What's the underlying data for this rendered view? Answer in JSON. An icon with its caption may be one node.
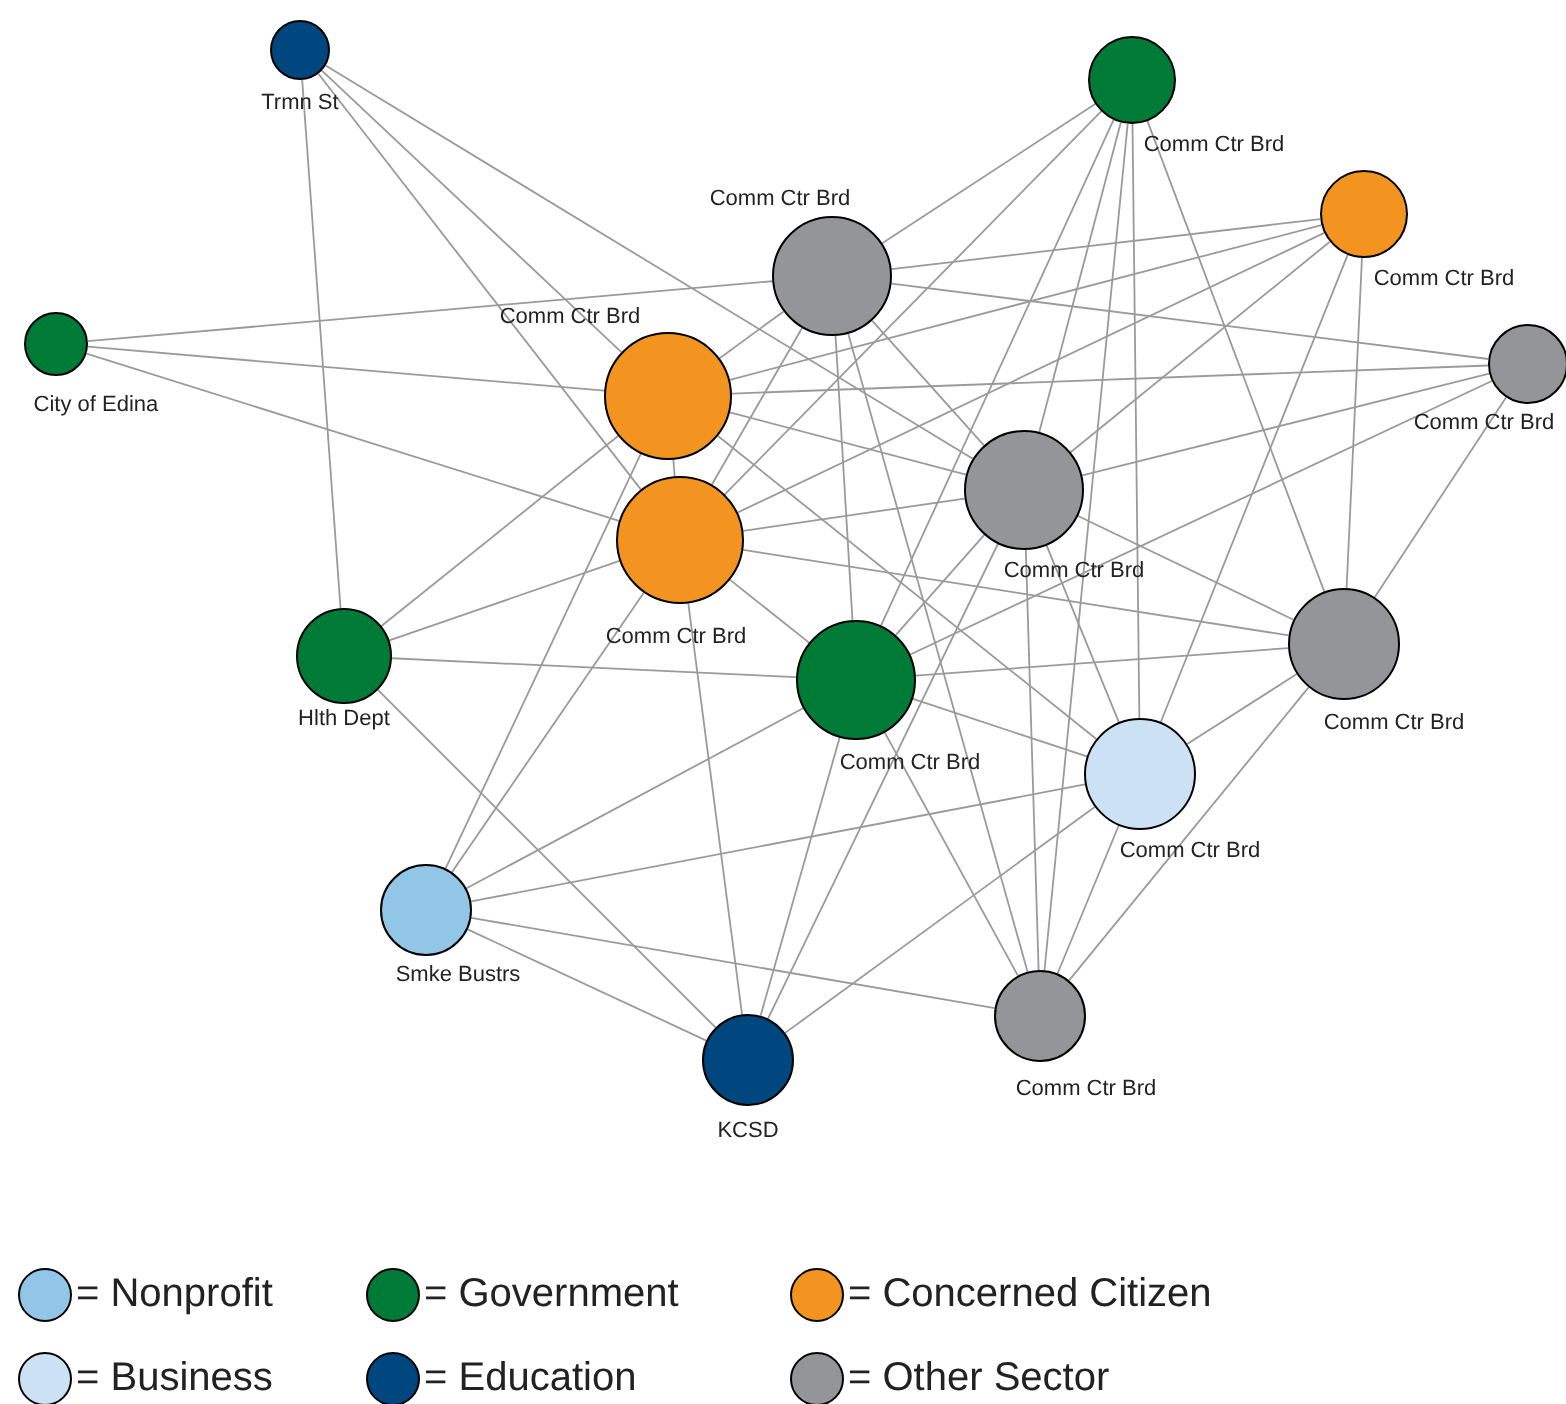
{
  "diagram": {
    "nodes": [
      {
        "text": [
          "Trmn St"
        ]
      },
      {
        "text": [
          "Comm Ctr Brd"
        ]
      },
      {
        "text": [
          "Comm Ctr Brd"
        ]
      },
      {
        "text": [
          "Comm Ctr Brd"
        ]
      },
      {
        "text": [
          "City of Edina"
        ]
      },
      {
        "text": [
          "Comm Ctr Brd"
        ]
      },
      {
        "text": [
          "Comm Ctr Brd"
        ]
      },
      {
        "text": [
          "Comm Ctr Brd"
        ]
      },
      {
        "text": [
          "Comm Ctr Brd"
        ]
      },
      {
        "text": [
          "Hlth Dept"
        ]
      },
      {
        "text": [
          "Comm Ctr Brd"
        ]
      },
      {
        "text": [
          "Comm Ctr Brd"
        ]
      },
      {
        "text": [
          "Comm Ctr Brd"
        ]
      },
      {
        "text": [
          "Smke Bustrs"
        ]
      },
      {
        "text": [
          "Comm Ctr Brd"
        ]
      },
      {
        "text": [
          "KCSD"
        ]
      }
    ],
    "edges": [
      {
        "from": 0,
        "to": 9,
        "arrow": "none"
      },
      {
        "from": 0,
        "to": 5,
        "arrow": "none"
      },
      {
        "from": 0,
        "to": 8,
        "arrow": "none"
      },
      {
        "from": 0,
        "to": 7,
        "arrow": "none"
      },
      {
        "from": 4,
        "to": 3,
        "arrow": "none"
      },
      {
        "from": 4,
        "to": 5,
        "arrow": "none"
      },
      {
        "from": 4,
        "to": 8,
        "arrow": "none"
      },
      {
        "from": 9,
        "to": 5,
        "arrow": "none"
      },
      {
        "from": 9,
        "to": 8,
        "arrow": "none"
      },
      {
        "from": 9,
        "to": 10,
        "arrow": "none"
      },
      {
        "from": 9,
        "to": 15,
        "arrow": "none"
      },
      {
        "from": 13,
        "to": 5,
        "arrow": "none"
      },
      {
        "from": 13,
        "to": 8,
        "arrow": "none"
      },
      {
        "from": 13,
        "to": 10,
        "arrow": "none"
      },
      {
        "from": 13,
        "to": 12,
        "arrow": "none"
      },
      {
        "from": 13,
        "to": 14,
        "arrow": "none"
      },
      {
        "from": 13,
        "to": 15,
        "arrow": "none"
      },
      {
        "from": 15,
        "to": 8,
        "arrow": "none"
      },
      {
        "from": 15,
        "to": 10,
        "arrow": "none"
      },
      {
        "from": 15,
        "to": 7,
        "arrow": "none"
      },
      {
        "from": 15,
        "to": 12,
        "arrow": "none"
      },
      {
        "from": 14,
        "to": 3,
        "arrow": "none"
      },
      {
        "from": 14,
        "to": 10,
        "arrow": "none"
      },
      {
        "from": 14,
        "to": 7,
        "arrow": "none"
      },
      {
        "from": 14,
        "to": 12,
        "arrow": "none"
      },
      {
        "from": 14,
        "to": 11,
        "arrow": "none"
      },
      {
        "from": 14,
        "to": 1,
        "arrow": "none"
      },
      {
        "from": 12,
        "to": 1,
        "arrow": "none"
      },
      {
        "from": 12,
        "to": 2,
        "arrow": "none"
      },
      {
        "from": 12,
        "to": 11,
        "arrow": "none"
      },
      {
        "from": 12,
        "to": 10,
        "arrow": "none"
      },
      {
        "from": 12,
        "to": 7,
        "arrow": "none"
      },
      {
        "from": 12,
        "to": 5,
        "arrow": "none"
      },
      {
        "from": 11,
        "to": 1,
        "arrow": "none"
      },
      {
        "from": 11,
        "to": 2,
        "arrow": "none"
      },
      {
        "from": 11,
        "to": 6,
        "arrow": "none"
      },
      {
        "from": 11,
        "to": 7,
        "arrow": "none"
      },
      {
        "from": 11,
        "to": 8,
        "arrow": "none"
      },
      {
        "from": 11,
        "to": 10,
        "arrow": "none"
      },
      {
        "from": 6,
        "to": 3,
        "arrow": "none"
      },
      {
        "from": 6,
        "to": 5,
        "arrow": "none"
      },
      {
        "from": 6,
        "to": 7,
        "arrow": "none"
      },
      {
        "from": 6,
        "to": 10,
        "arrow": "none"
      },
      {
        "from": 2,
        "to": 3,
        "arrow": "none"
      },
      {
        "from": 2,
        "to": 5,
        "arrow": "none"
      },
      {
        "from": 2,
        "to": 7,
        "arrow": "none"
      },
      {
        "from": 2,
        "to": 8,
        "arrow": "none"
      },
      {
        "from": 1,
        "to": 3,
        "arrow": "none"
      },
      {
        "from": 1,
        "to": 8,
        "arrow": "none"
      },
      {
        "from": 1,
        "to": 7,
        "arrow": "none"
      },
      {
        "from": 1,
        "to": 10,
        "arrow": "none"
      },
      {
        "from": 3,
        "to": 5,
        "arrow": "none"
      },
      {
        "from": 3,
        "to": 8,
        "arrow": "none"
      },
      {
        "from": 3,
        "to": 7,
        "arrow": "none"
      },
      {
        "from": 3,
        "to": 10,
        "arrow": "none"
      },
      {
        "from": 5,
        "to": 8,
        "arrow": "none"
      },
      {
        "from": 5,
        "to": 7,
        "arrow": "none"
      },
      {
        "from": 7,
        "to": 8,
        "arrow": "none"
      },
      {
        "from": 7,
        "to": 10,
        "arrow": "none"
      },
      {
        "from": 8,
        "to": 10,
        "arrow": "none"
      }
    ],
    "legend": [
      {
        "text": "= Nonprofit",
        "color": "#92c6e6"
      },
      {
        "text": "= Government",
        "color": "#007a37"
      },
      {
        "text": "= Concerned Citizen",
        "color": "#f39420"
      },
      {
        "text": "= Business",
        "color": "#cce2f4"
      },
      {
        "text": "= Education",
        "color": "#00467f"
      },
      {
        "text": "= Other Sector",
        "color": "#939598"
      }
    ]
  }
}
